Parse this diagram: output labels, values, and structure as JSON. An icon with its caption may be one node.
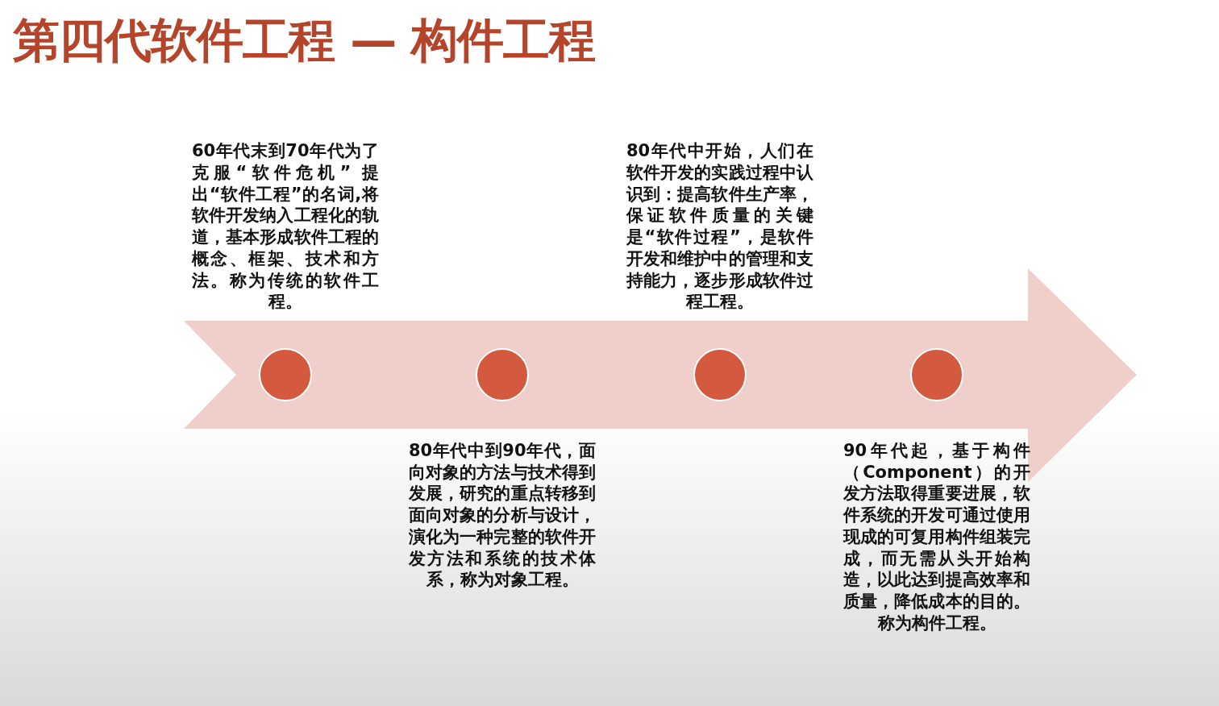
{
  "diagram": {
    "title": "第四代软件工程 — 构件工程",
    "nodes": [
      {
        "text": [],
        "shape": "circle",
        "beside": [
          "60年代末到70年代为了克服“软件危机” 提出“软件工程”的名词,将软件开发纳入工程化的轨道，基本形成软件工程的概念、框架、技术和方法。称为传统的软件工程。"
        ]
      },
      {
        "text": [],
        "shape": "circle",
        "beside": [
          "80年代中到90年代，面向对象的方法与技术得到发展，研究的重点转移到面向对象的分析与设计，演化为一种完整的软件开发方法和系统的技术体系，称为对象工程。"
        ]
      },
      {
        "text": [],
        "shape": "circle",
        "beside": [
          "80年代中开始，人们在软件开发的实践过程中认识到：提高软件生产率，保证软件质量的关键是“软件过程”，是软件开发和维护中的管理和支持能力，逐步形成软件过程工程。"
        ]
      },
      {
        "text": [],
        "shape": "circle",
        "beside": [
          "90年代起，基于构件（Component）的开发方法取得重要进展，软件系统的开发可通过使用现成的可复用构件组装完成，而无需从头开始构造，以此达到提高效率和质量，降低成本的目的。称为构件工程。"
        ]
      }
    ]
  }
}
